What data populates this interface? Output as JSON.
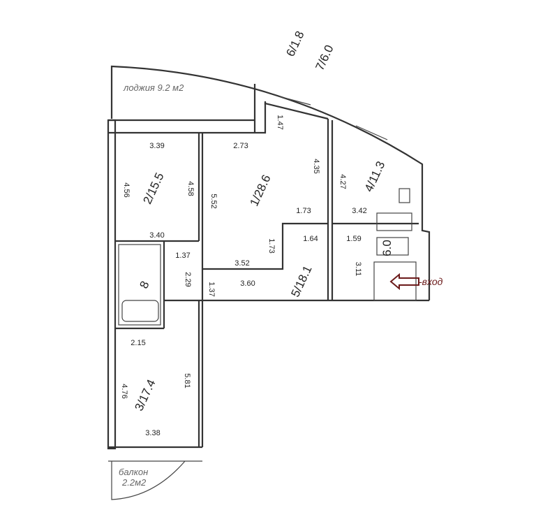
{
  "rooms": [
    {
      "num": "1",
      "area": "28.6"
    },
    {
      "num": "2",
      "area": "15.5"
    },
    {
      "num": "3",
      "area": "17.4"
    },
    {
      "num": "4",
      "area": "11.3"
    },
    {
      "num": "5",
      "area": "18.1"
    },
    {
      "num": "6",
      "area": "1.8"
    },
    {
      "num": "7",
      "area": "6.0"
    },
    {
      "num": "8",
      "area": "6.0"
    }
  ],
  "labels": {
    "loggia": "лоджия 9.2 м2",
    "balcony_1": "балкон",
    "balcony_2": "2.2м2",
    "entry": "-вход"
  },
  "dims": {
    "d339": "3.39",
    "d273": "2.73",
    "d147": "1.47",
    "d435": "4.35",
    "d427": "4.27",
    "d456": "4.56",
    "d458": "4.58",
    "d552": "5.52",
    "d173a": "1.73",
    "d342": "3.42",
    "d340": "3.40",
    "d173b": "1.73",
    "d164": "1.64",
    "d159": "1.59",
    "d137a": "1.37",
    "d229": "2.29",
    "d352": "3.52",
    "d137b": "1.37",
    "d360": "3.60",
    "d311": "3.11",
    "d215": "2.15",
    "d476": "4.76",
    "d581": "5.81",
    "d338": "3.38"
  },
  "colors": {
    "entry": "#6b1a1a",
    "note": "#666666"
  }
}
